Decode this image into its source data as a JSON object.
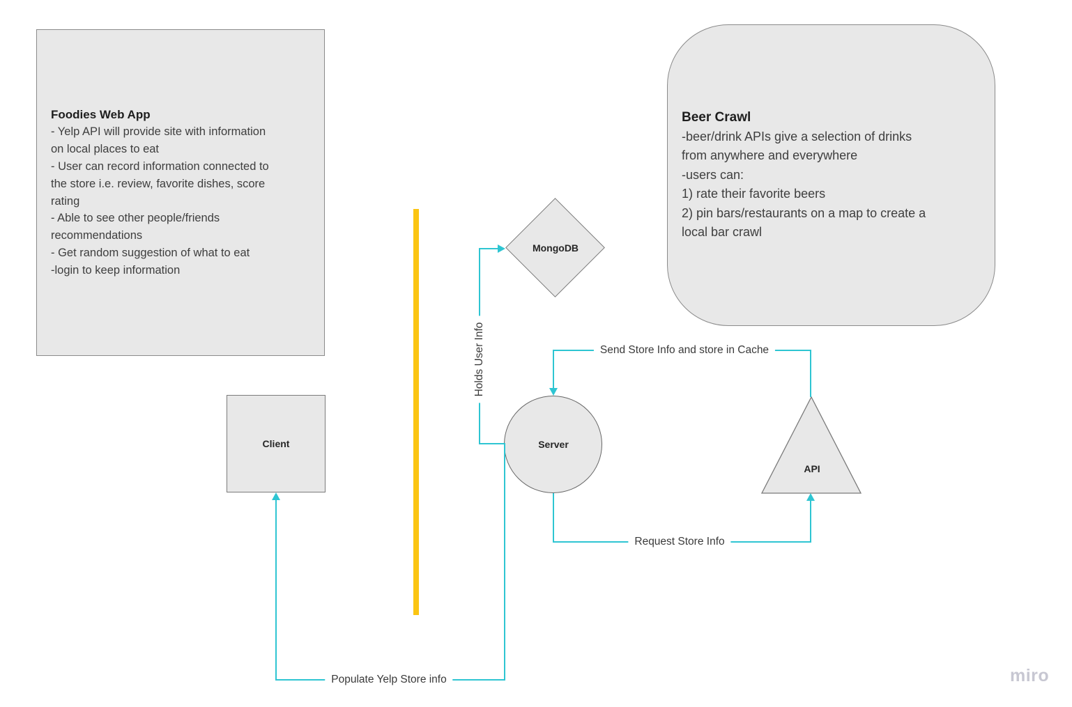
{
  "notes": {
    "foodies": {
      "title": "Foodies Web App",
      "body": "- Yelp API will provide site with information\non local places to eat\n- User can record information connected to\nthe store i.e. review, favorite dishes, score\nrating\n- Able to see other people/friends\nrecommendations\n- Get random suggestion of what to eat\n-login to keep information"
    },
    "beer": {
      "title": "Beer Crawl",
      "body": "-beer/drink APIs give a selection of drinks\nfrom anywhere and everywhere\n-users can:\n1) rate their favorite beers\n2) pin bars/restaurants on a map to create a\nlocal bar crawl"
    }
  },
  "shapes": {
    "mongodb": {
      "label": "MongoDB",
      "type": "diamond"
    },
    "client": {
      "label": "Client",
      "type": "rectangle"
    },
    "server": {
      "label": "Server",
      "type": "circle"
    },
    "api": {
      "label": "API",
      "type": "triangle"
    }
  },
  "connectors": {
    "holds_user_info": {
      "label": "Holds User Info",
      "from": "Server",
      "to": "MongoDB"
    },
    "send_store": {
      "label": "Send Store Info and store in Cache",
      "from": "API",
      "to": "Server"
    },
    "request_store": {
      "label": "Request Store Info",
      "from": "Server",
      "to": "API"
    },
    "populate_yelp": {
      "label": "Populate Yelp Store info",
      "from": "Server",
      "to": "Client"
    }
  },
  "watermark": "miro",
  "colors": {
    "connector": "#2EC5D2",
    "divider": "#FBC513",
    "shape_fill": "#E8E8E8",
    "shape_border": "#7a7a7a"
  }
}
